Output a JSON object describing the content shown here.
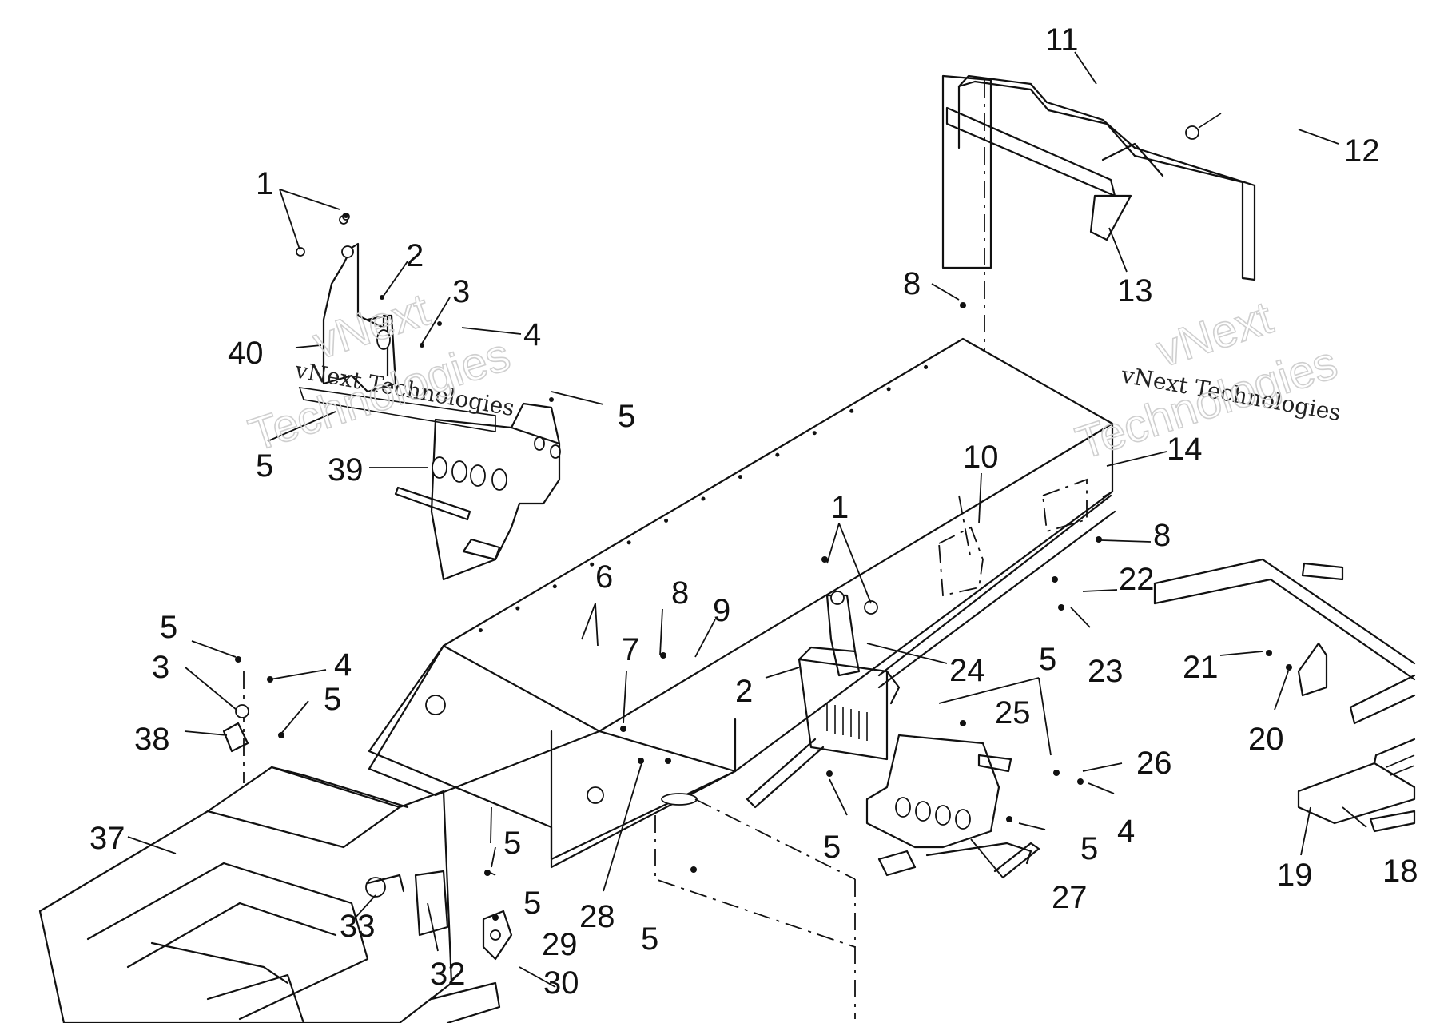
{
  "diagram": {
    "watermark_line1": "vNext Technologies",
    "watermark_line2": "vNext",
    "watermark_line3": "Technologies",
    "callouts": [
      {
        "id": "c1a",
        "text": "1"
      },
      {
        "id": "c2a",
        "text": "2"
      },
      {
        "id": "c3a",
        "text": "3"
      },
      {
        "id": "c4a",
        "text": "4"
      },
      {
        "id": "c40",
        "text": "40"
      },
      {
        "id": "c5a",
        "text": "5"
      },
      {
        "id": "c5b",
        "text": "5"
      },
      {
        "id": "c39",
        "text": "39"
      },
      {
        "id": "c11",
        "text": "11"
      },
      {
        "id": "c12",
        "text": "12"
      },
      {
        "id": "c13",
        "text": "13"
      },
      {
        "id": "c8a",
        "text": "8"
      },
      {
        "id": "c14",
        "text": "14"
      },
      {
        "id": "c10",
        "text": "10"
      },
      {
        "id": "c8b",
        "text": "8"
      },
      {
        "id": "c22",
        "text": "22"
      },
      {
        "id": "c23",
        "text": "23"
      },
      {
        "id": "c1b",
        "text": "1"
      },
      {
        "id": "c6",
        "text": "6"
      },
      {
        "id": "c8c",
        "text": "8"
      },
      {
        "id": "c9",
        "text": "9"
      },
      {
        "id": "c7",
        "text": "7"
      },
      {
        "id": "c24",
        "text": "24"
      },
      {
        "id": "c2b",
        "text": "2"
      },
      {
        "id": "c5c",
        "text": "5"
      },
      {
        "id": "c25",
        "text": "25"
      },
      {
        "id": "c26",
        "text": "26"
      },
      {
        "id": "c4b",
        "text": "4"
      },
      {
        "id": "c5d",
        "text": "5"
      },
      {
        "id": "c5e",
        "text": "5"
      },
      {
        "id": "c27",
        "text": "27"
      },
      {
        "id": "c28",
        "text": "28"
      },
      {
        "id": "c5f",
        "text": "5"
      },
      {
        "id": "c5g",
        "text": "5"
      },
      {
        "id": "c3b",
        "text": "3"
      },
      {
        "id": "c4c",
        "text": "4"
      },
      {
        "id": "c38",
        "text": "38"
      },
      {
        "id": "c5h",
        "text": "5"
      },
      {
        "id": "c37",
        "text": "37"
      },
      {
        "id": "c5i",
        "text": "5"
      },
      {
        "id": "c5j",
        "text": "5"
      },
      {
        "id": "c33",
        "text": "33"
      },
      {
        "id": "c32",
        "text": "32"
      },
      {
        "id": "c29",
        "text": "29"
      },
      {
        "id": "c30",
        "text": "30"
      },
      {
        "id": "c21",
        "text": "21"
      },
      {
        "id": "c20",
        "text": "20"
      },
      {
        "id": "c19",
        "text": "19"
      },
      {
        "id": "c18",
        "text": "18"
      }
    ]
  }
}
